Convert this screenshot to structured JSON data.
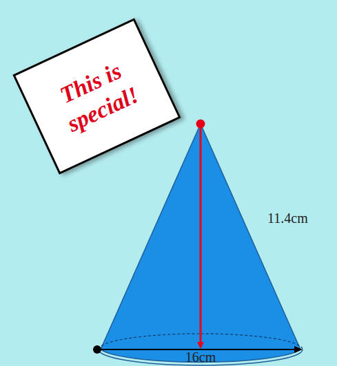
{
  "diagram": {
    "nodes": [
      {
        "text": [
          "This is special!"
        ]
      }
    ],
    "labels": [
      "11.4cm",
      "16cm"
    ]
  }
}
